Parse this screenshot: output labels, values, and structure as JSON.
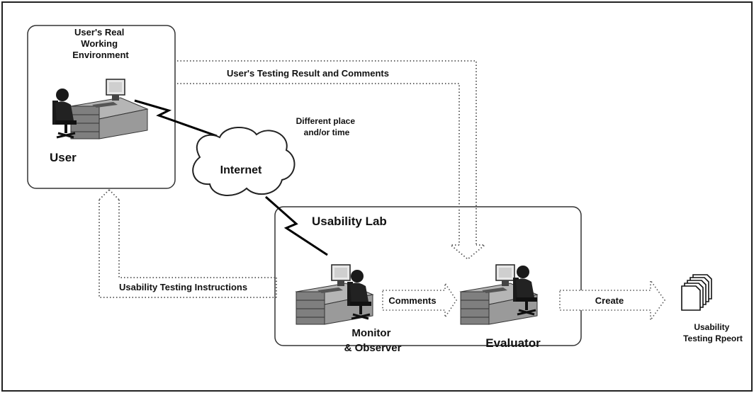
{
  "environment": {
    "title_lines": [
      "User's Real",
      "Working",
      "Environment"
    ],
    "user_label": "User"
  },
  "network": {
    "result_comments": "User's Testing Result and Comments",
    "different_place_lines": [
      "Different place",
      "and/or time"
    ],
    "internet": "Internet"
  },
  "lab": {
    "title": "Usability Lab",
    "instructions": "Usability Testing Instructions",
    "comments": "Comments",
    "monitor_lines": [
      "Monitor",
      "& Observer"
    ],
    "evaluator": "Evaluator",
    "create": "Create"
  },
  "report": {
    "label_lines": [
      "Usability",
      "Testing Rpeort"
    ]
  }
}
